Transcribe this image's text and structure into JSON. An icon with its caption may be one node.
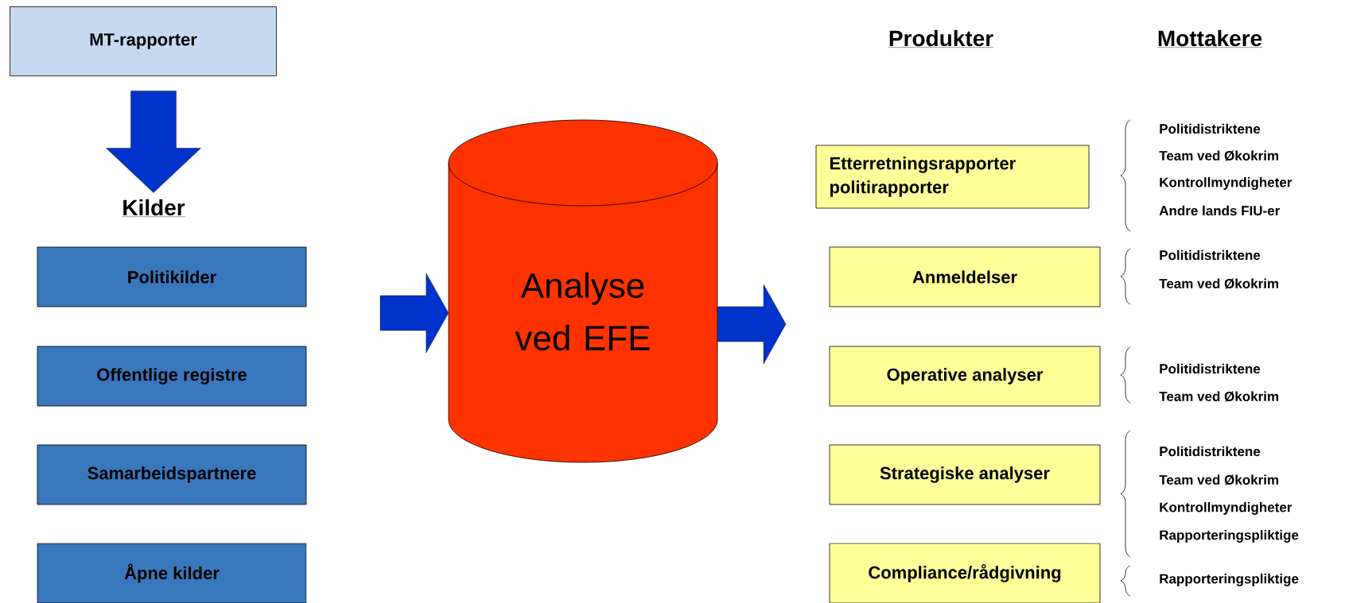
{
  "diagram": {
    "nodes": [
      {
        "text": [
          "MT-rapporter"
        ]
      },
      {
        "text": [
          "Kilder"
        ]
      },
      {
        "text": [
          "Politikilder"
        ]
      },
      {
        "text": [
          "Offentlige registre"
        ]
      },
      {
        "text": [
          "Samarbeidspartnere"
        ]
      },
      {
        "text": [
          "Åpne kilder"
        ]
      },
      {
        "text": [
          "Analyse ved EFE"
        ]
      },
      {
        "text": [
          "Etterretningsrapporter politirapporter"
        ]
      },
      {
        "text": [
          "Anmeldelser"
        ]
      },
      {
        "text": [
          "Operative analyser"
        ]
      },
      {
        "text": [
          "Strategiske analyser"
        ]
      },
      {
        "text": [
          "Compliance/rådgivning"
        ]
      }
    ],
    "edges": [
      {
        "from": 0,
        "to": 1,
        "arrow": "to"
      },
      {
        "from": null,
        "to": 6,
        "arrow": "to"
      },
      {
        "from": 6,
        "to": null,
        "arrow": "to"
      }
    ],
    "labels": [
      "Produkter",
      "Mottakere",
      "Politidistriktene",
      "Team ved Økokrim",
      "Kontrollmyndigheter",
      "Andre lands FIU-er",
      "Politidistriktene",
      "Team ved Økokrim",
      "Politidistriktene",
      "Team ved Økokrim",
      "Politidistriktene",
      "Team ved Økokrim",
      "Kontrollmyndigheter",
      "Rapporteringspliktige",
      "Rapporteringspliktige"
    ]
  }
}
